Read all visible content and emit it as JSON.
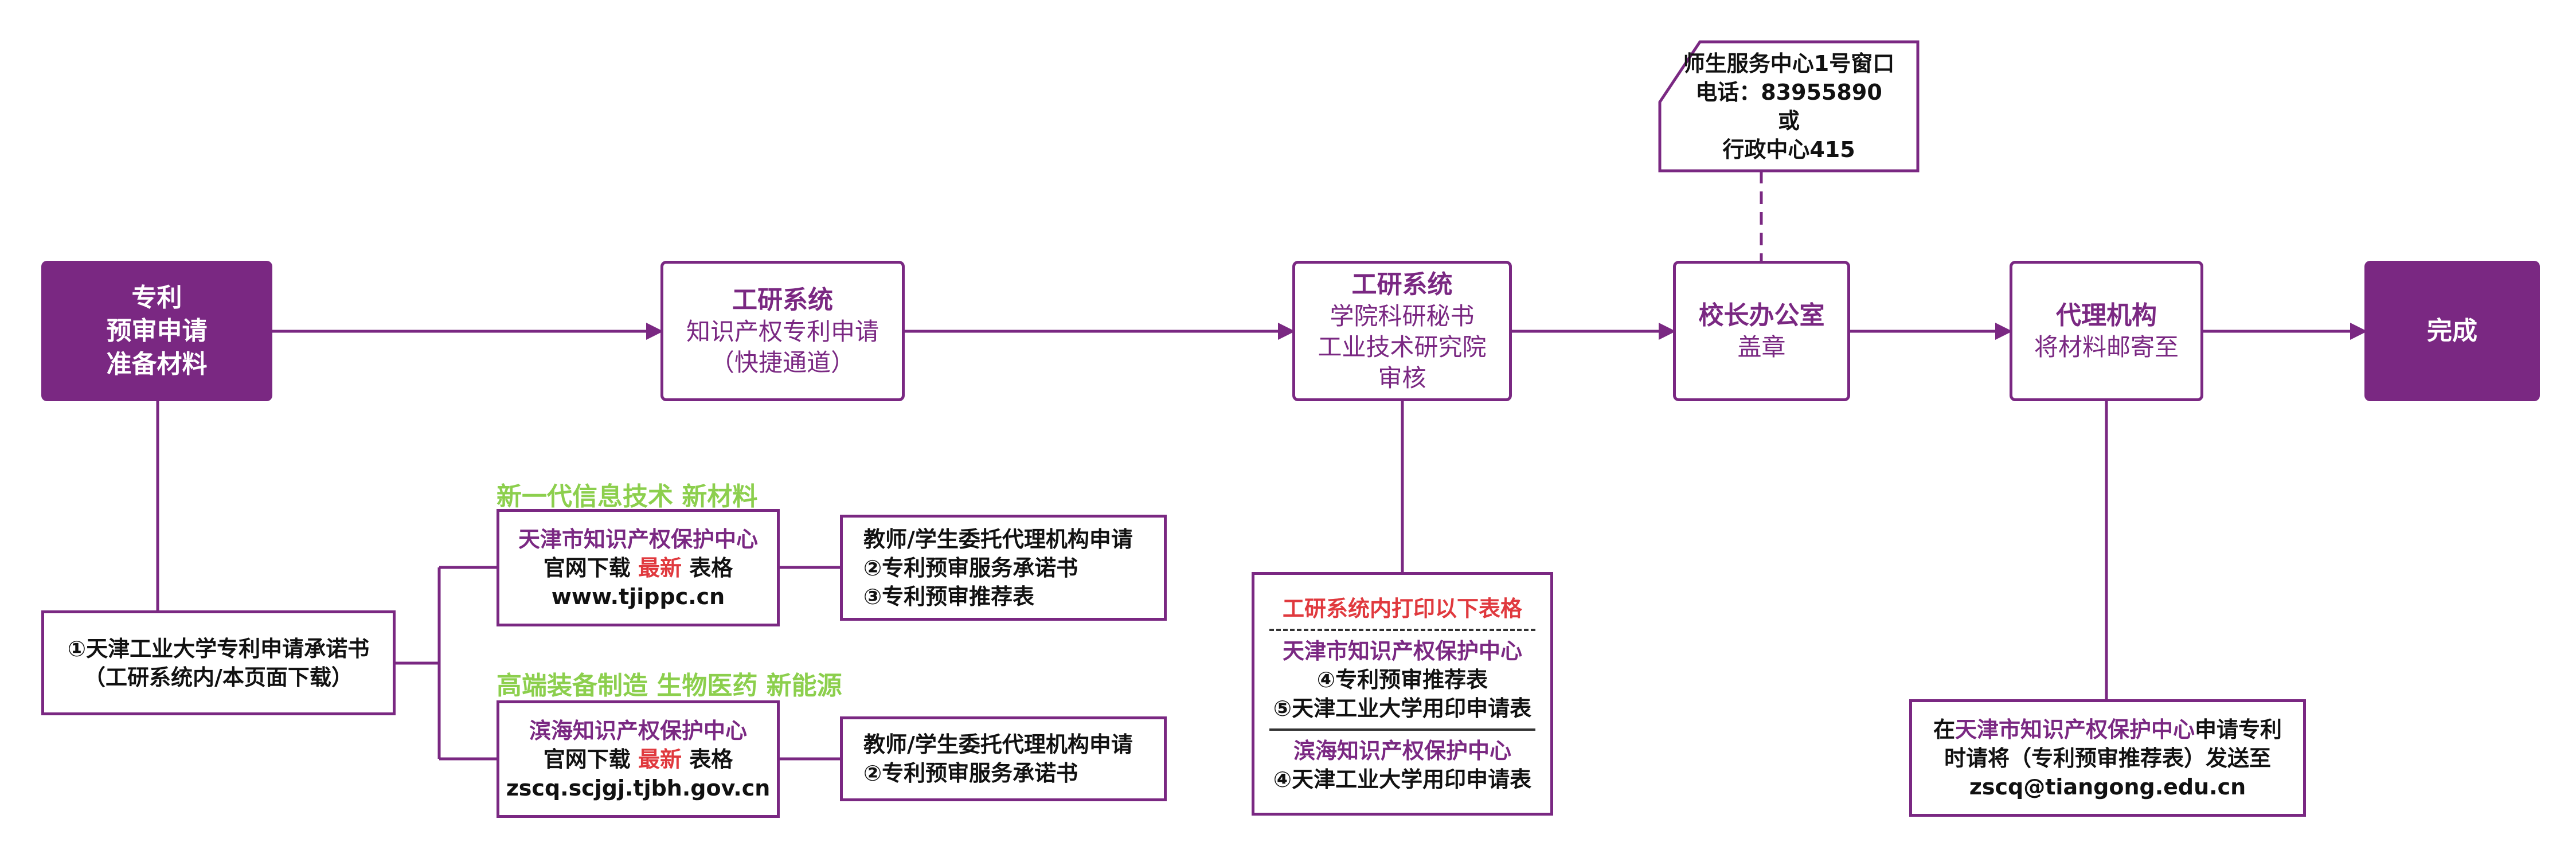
{
  "main_flow": {
    "prep": [
      "专利",
      "预审申请",
      "准备材料"
    ],
    "system_apply": {
      "title": "工研系统",
      "lines": [
        "知识产权专利申请",
        "（快捷通道）"
      ]
    },
    "system_review": {
      "title": "工研系统",
      "lines": [
        "学院科研秘书",
        "工业技术研究院",
        "审核"
      ]
    },
    "principal_office": {
      "title": "校长办公室",
      "lines": [
        "盖章"
      ]
    },
    "agency": {
      "title": "代理机构",
      "lines": [
        "将材料邮寄至"
      ]
    },
    "done": "完成"
  },
  "service_center": {
    "lines": [
      "师生服务中心1号窗口",
      "电话：83955890",
      "或",
      "行政中心415"
    ]
  },
  "commitment": {
    "lines": [
      "①天津工业大学专利申请承诺书",
      "（工研系统内/本页面下载）"
    ]
  },
  "tianjin_branch": {
    "category": "新一代信息技术 新材料",
    "center_name": "天津市知识产权保护中心",
    "download_prefix": "官网下载 ",
    "download_highlight": "最新",
    "download_suffix": " 表格",
    "url": "www.tjippc.cn",
    "forms": [
      "教师/学生委托代理机构申请",
      "②专利预审服务承诺书",
      "③专利预审推荐表"
    ]
  },
  "binhai_branch": {
    "category": "高端装备制造 生物医药 新能源",
    "center_name": "滨海知识产权保护中心",
    "download_prefix": "官网下载 ",
    "download_highlight": "最新",
    "download_suffix": " 表格",
    "url": "zscq.scjgj.tjbh.gov.cn",
    "forms": [
      "教师/学生委托代理机构申请",
      "②专利预审服务承诺书"
    ]
  },
  "print_forms": {
    "heading": "工研系统内打印以下表格",
    "tianjin_name": "天津市知识产权保护中心",
    "tianjin_items": [
      "④专利预审推荐表",
      "⑤天津工业大学用印申请表"
    ],
    "binhai_name": "滨海知识产权保护中心",
    "binhai_items": [
      "④天津工业大学用印申请表"
    ]
  },
  "mail_note": {
    "prefix": "在",
    "center_name": "天津市知识产权保护中心",
    "suffix": "申请专利",
    "line2": "时请将（专利预审推荐表）发送至",
    "email": "zscq@tiangong.edu.cn"
  },
  "colors": {
    "purple": "#7a2882",
    "green": "#8ccf4d",
    "red": "#e0393e"
  }
}
